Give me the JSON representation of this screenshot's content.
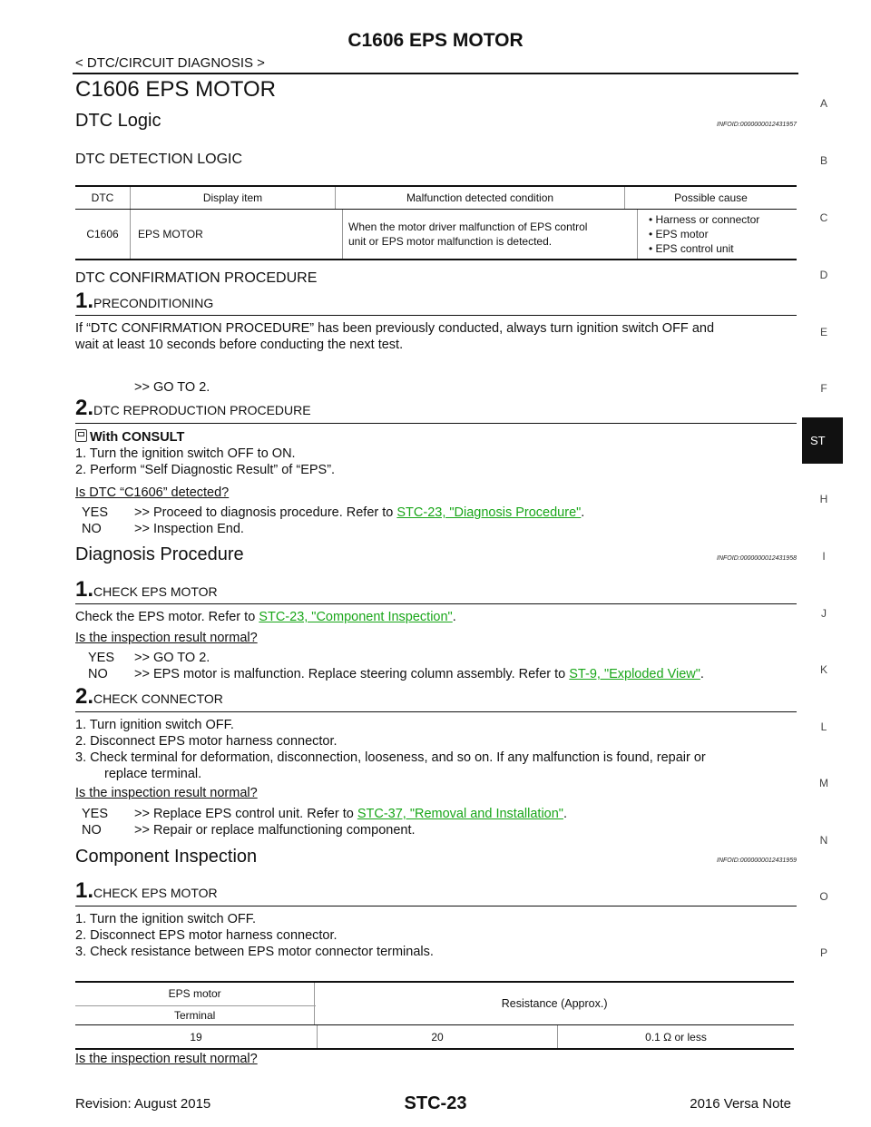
{
  "header": {
    "title": "C1606 EPS MOTOR",
    "section": "< DTC/CIRCUIT DIAGNOSIS >"
  },
  "main_title": "C1606 EPS MOTOR",
  "dtc_logic": {
    "heading": "DTC Logic",
    "infoid": "INFOID:0000000012431957",
    "detection_heading": "DTC DETECTION LOGIC",
    "table": {
      "headers": [
        "DTC",
        "Display item",
        "Malfunction detected condition",
        "Possible cause"
      ],
      "row": {
        "dtc": "C1606",
        "display": "EPS MOTOR",
        "condition_1": "When the motor driver malfunction of EPS control",
        "condition_2": "unit or EPS motor malfunction is detected.",
        "causes": [
          "Harness or connector",
          "EPS motor",
          "EPS control unit"
        ]
      }
    },
    "confirmation_heading": "DTC CONFIRMATION PROCEDURE",
    "step1": {
      "num": "1.",
      "title": "PRECONDITIONING",
      "text_1": "If “DTC CONFIRMATION PROCEDURE” has been previously conducted, always turn ignition switch OFF and",
      "text_2": "wait at least 10 seconds before conducting the next test.",
      "goto": ">> GO TO 2."
    },
    "step2": {
      "num": "2.",
      "title": "DTC REPRODUCTION PROCEDURE",
      "with": "With CONSULT",
      "items": [
        "1.  Turn the ignition switch OFF to ON.",
        "2.  Perform “Self Diagnostic Result” of “EPS”."
      ],
      "question": "Is DTC “C1606” detected?",
      "yes_label": "YES",
      "yes_text": ">> Proceed to diagnosis procedure. Refer to",
      "yes_link": "STC-23, \"Diagnosis Procedure\"",
      "no_label": "NO",
      "no_text": ">> Inspection End."
    }
  },
  "diagnosis": {
    "heading": "Diagnosis Procedure",
    "infoid": "INFOID:0000000012431958",
    "step1": {
      "num": "1.",
      "title": "CHECK EPS MOTOR",
      "text": "Check the EPS motor. Refer to",
      "link": "STC-23, \"Component Inspection\"",
      "question": "Is the inspection result normal?",
      "yes_label": "YES",
      "yes_text": ">> GO TO 2.",
      "no_label": "NO",
      "no_text": ">> EPS motor is malfunction. Replace steering column assembly. Refer to",
      "no_link": "ST-9, \"Exploded View\""
    },
    "step2": {
      "num": "2.",
      "title": "CHECK CONNECTOR",
      "items": [
        "1.  Turn ignition switch OFF.",
        "2.  Disconnect EPS motor harness connector.",
        "3.  Check terminal for deformation, disconnection, looseness, and so on. If any malfunction is found, repair or"
      ],
      "item3_cont": "replace terminal.",
      "question": "Is the inspection result normal?",
      "yes_label": "YES",
      "yes_text": ">> Replace EPS control unit. Refer to",
      "yes_link": "STC-37, \"Removal and Installation\"",
      "no_label": "NO",
      "no_text": ">> Repair or replace malfunctioning component."
    }
  },
  "component": {
    "heading": "Component Inspection",
    "infoid": "INFOID:0000000012431959",
    "step1": {
      "num": "1.",
      "title": "CHECK EPS MOTOR",
      "items": [
        "1.  Turn the ignition switch OFF.",
        "2.  Disconnect EPS motor harness connector.",
        "3.  Check resistance between EPS motor connector terminals."
      ]
    },
    "table": {
      "h1": "EPS motor",
      "h2": "Terminal",
      "h3": "Resistance (Approx.)",
      "t1": "19",
      "t2": "20",
      "value": "0.1 Ω or less"
    },
    "question": "Is the inspection result normal?"
  },
  "side_index": [
    "A",
    "B",
    "C",
    "D",
    "E",
    "F",
    "ST",
    "H",
    "I",
    "J",
    "K",
    "L",
    "M",
    "N",
    "O",
    "P"
  ],
  "footer": {
    "revision": "Revision: August 2015",
    "page": "STC-23",
    "model": "2016 Versa Note"
  }
}
